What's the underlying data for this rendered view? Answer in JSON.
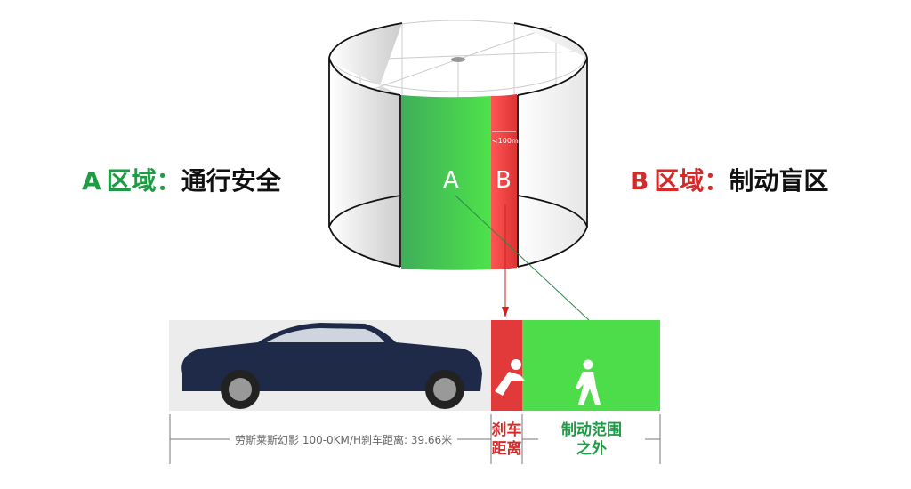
{
  "zone_a": {
    "letter": "A",
    "prefix": "区域：",
    "desc": "通行安全",
    "color": "#1f9a45"
  },
  "zone_b": {
    "letter": "B",
    "prefix": "区域：",
    "desc": "制动盲区",
    "color": "#d42a2a"
  },
  "door": {
    "panel_a": "A",
    "panel_b": "B",
    "gap_note": "<100mm"
  },
  "bottom": {
    "caption": "劳斯莱斯幻影 100-0KM/H刹车距离: 39.66米",
    "brake_line1": "刹车",
    "brake_line2": "距离",
    "outside_line1": "制动范围",
    "outside_line2": "之外",
    "icons": [
      "car-image",
      "pedestrian-hit-icon",
      "pedestrian-walking-icon"
    ]
  },
  "colors": {
    "green": "#4ddd4a",
    "red": "#e23a3a",
    "dark_text": "#111111"
  }
}
